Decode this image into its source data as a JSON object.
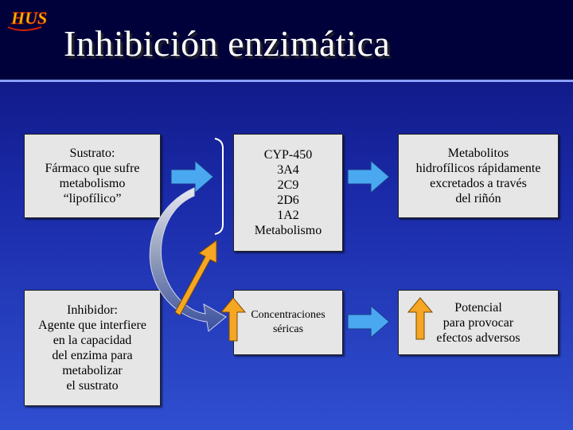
{
  "header": {
    "title": "Inhibición enzimática",
    "logo_text": "HUS"
  },
  "boxes": {
    "substrate": "Sustrato:\nFármaco que sufre\nmetabolismo\n“lipofílico”",
    "cyp": "CYP-450\n3A4\n2C9\n2D6\n1A2\nMetabolismo",
    "metabolites": "Metabolitos\nhidrofílicos rápidamente\nexcretados a través\ndel riñón",
    "inhibitor": "Inhibidor:\nAgente que interfiere\nen la capacidad\ndel enzima para\nmetabolizar\nel sustrato",
    "concentrations": "Concentraciones\nséricas",
    "potential": "Potencial\npara provocar\nefectos adversos"
  },
  "colors": {
    "arrow_blue": "#4aa8f0",
    "arrow_orange": "#f5a623",
    "box_fill": "#e6e6e6"
  }
}
